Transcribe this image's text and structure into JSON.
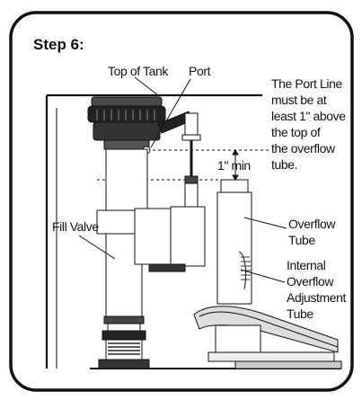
{
  "step": {
    "title": "Step 6:"
  },
  "labels": {
    "top_of_tank": "Top of Tank",
    "port": "Port",
    "min_gap": "1\" min",
    "fill_valve": "Fill Valve",
    "overflow_tube": [
      "Overflow",
      "Tube"
    ],
    "internal_overflow": [
      "Internal",
      "Overflow",
      "Adjustment",
      "Tube"
    ]
  },
  "note": {
    "lines": [
      "The Port Line",
      "must be at",
      "least 1\" above",
      "the top of",
      "the overflow",
      "tube."
    ]
  }
}
